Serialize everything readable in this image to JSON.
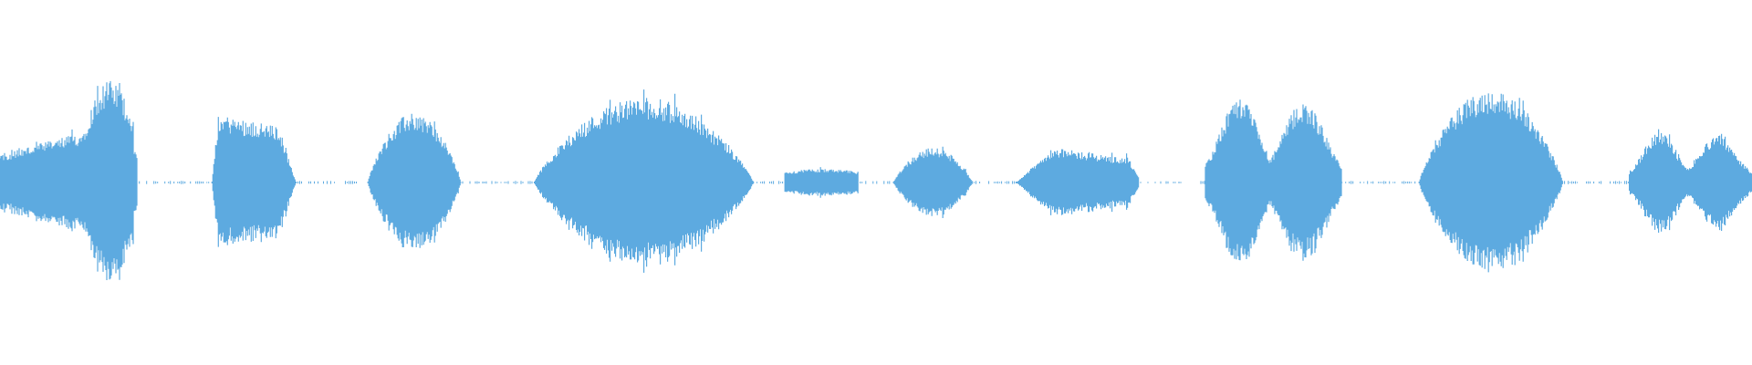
{
  "waveform": {
    "color": "#5DAAE0",
    "background": "#FFFFFF",
    "segments": [
      {
        "start": 0.0,
        "end": 0.0785,
        "amp": 0.21,
        "shape": "swell-peak"
      },
      {
        "start": 0.121,
        "end": 0.169,
        "amp": 0.18,
        "shape": "decay"
      },
      {
        "start": 0.21,
        "end": 0.263,
        "amp": 0.18,
        "shape": "bell"
      },
      {
        "start": 0.305,
        "end": 0.43,
        "amp": 0.22,
        "shape": "bell"
      },
      {
        "start": 0.448,
        "end": 0.49,
        "amp": 0.035,
        "shape": "flat"
      },
      {
        "start": 0.51,
        "end": 0.555,
        "amp": 0.09,
        "shape": "bell"
      },
      {
        "start": 0.58,
        "end": 0.65,
        "amp": 0.09,
        "shape": "early-peak"
      },
      {
        "start": 0.688,
        "end": 0.766,
        "amp": 0.22,
        "shape": "double"
      },
      {
        "start": 0.81,
        "end": 0.892,
        "amp": 0.24,
        "shape": "bell"
      },
      {
        "start": 0.93,
        "end": 1.0,
        "amp": 0.13,
        "shape": "double"
      }
    ],
    "quiet_gaps": [
      [
        0.0785,
        0.121
      ],
      [
        0.169,
        0.21
      ],
      [
        0.263,
        0.305
      ],
      [
        0.43,
        0.448
      ],
      [
        0.49,
        0.51
      ],
      [
        0.555,
        0.58
      ],
      [
        0.65,
        0.688
      ],
      [
        0.766,
        0.81
      ],
      [
        0.892,
        0.93
      ]
    ]
  }
}
